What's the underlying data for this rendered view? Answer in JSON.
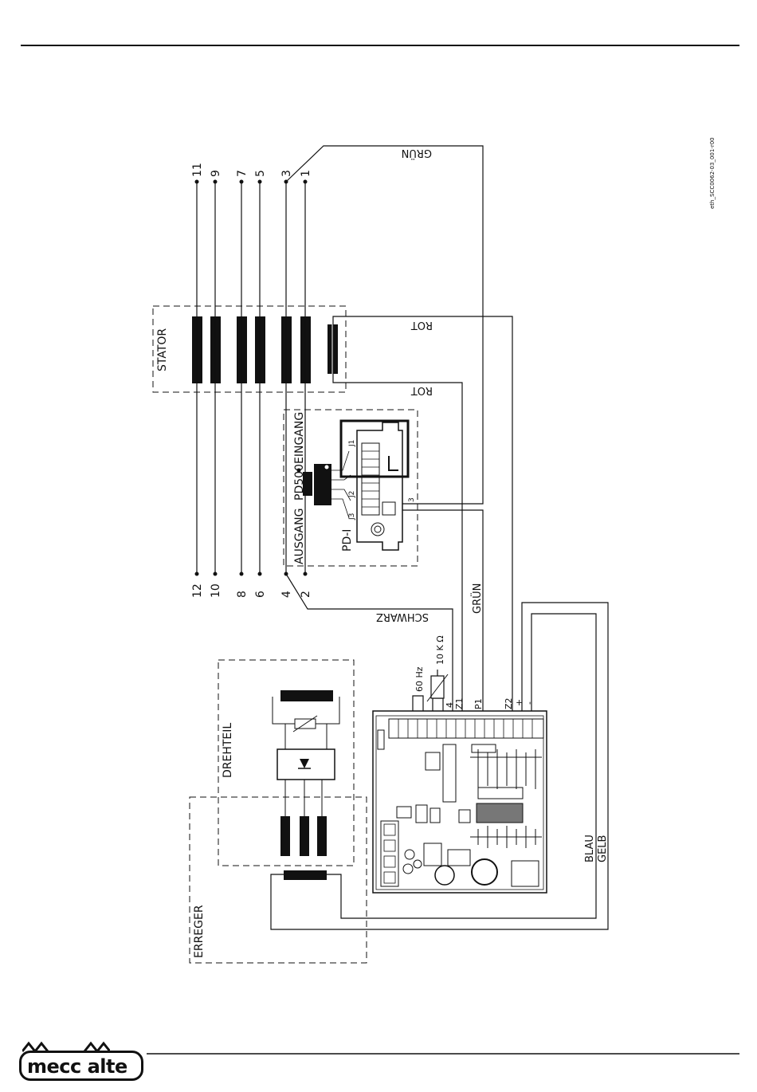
{
  "document_code": "eth_SCC0062-03_001-r00",
  "stator": {
    "label": "STATOR",
    "terminals_top": [
      "11",
      "9",
      "7",
      "5",
      "3",
      "1"
    ],
    "terminals_bottom": [
      "12",
      "10",
      "8",
      "6",
      "4",
      "2"
    ]
  },
  "wires": {
    "gruen_top": "GRÜN",
    "rot_1": "ROT",
    "rot_2": "ROT",
    "schwarz": "SCHWARZ",
    "gruen_vertical": "GRÜN",
    "blau": "BLAU",
    "gelb": "GELB"
  },
  "pd500": {
    "module": "PD500",
    "ausgang": "AUSGANG",
    "eingang": "EINGANG",
    "pd_i": "PD-I",
    "j1": "J1",
    "j2": "J2",
    "j3": "J3",
    "pin3": "3"
  },
  "regulator": {
    "freq": "60 Hz",
    "resistor": "10 K Ω",
    "pin_4": "4",
    "pin_z1": "Z1",
    "pin_p1": "P1",
    "pin_z2": "Z2",
    "pin_plus": "+",
    "pin_minus": "-"
  },
  "drehteil": {
    "label": "DREHTEIL"
  },
  "erreger": {
    "label": "ERREGER"
  },
  "logo": {
    "text": "mecc alte"
  }
}
